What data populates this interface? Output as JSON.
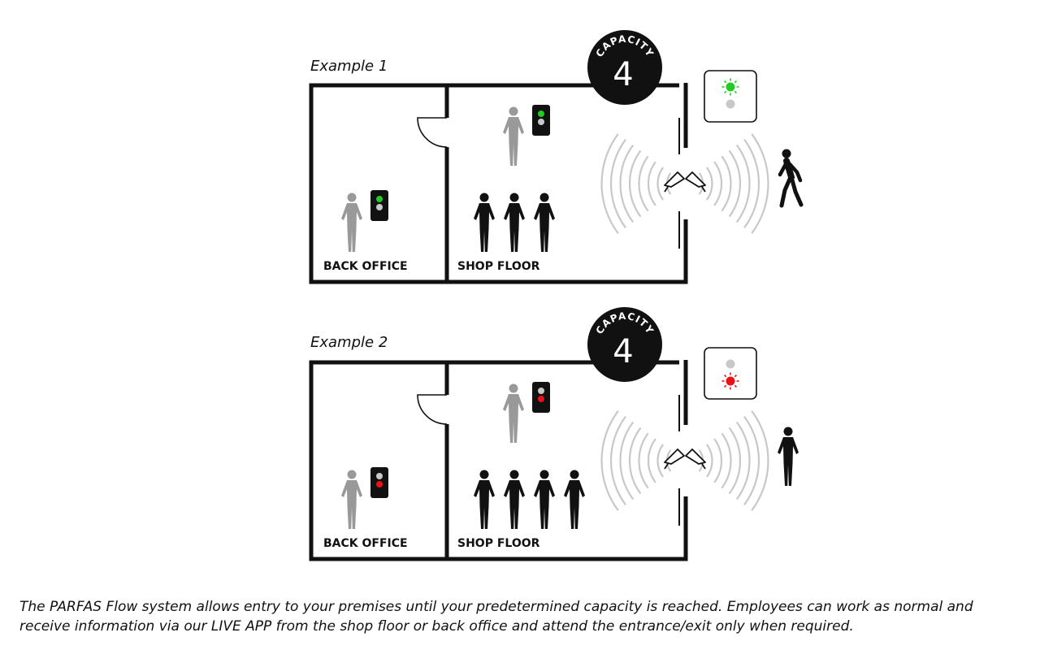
{
  "examples": [
    {
      "label": "Example 1",
      "capacity_word": "CAPACITY",
      "capacity_number": "4",
      "back_office_label": "BACK OFFICE",
      "shop_floor_label": "SHOP FLOOR",
      "signal": "green",
      "shop_floor_people": 3
    },
    {
      "label": "Example 2",
      "capacity_word": "CAPACITY",
      "capacity_number": "4",
      "back_office_label": "BACK OFFICE",
      "shop_floor_label": "SHOP FLOOR",
      "signal": "red",
      "shop_floor_people": 4
    }
  ],
  "colors": {
    "green": "#22cc22",
    "red": "#ee1111",
    "off": "#c8c8c8",
    "staff": "#999999",
    "customer": "#111111"
  },
  "icons": [
    "person-icon",
    "traffic-light-icon",
    "sensor-camera-icon",
    "walking-person-icon",
    "door-swing-icon"
  ],
  "caption": "The PARFAS Flow system allows entry to your premises until your predetermined capacity is reached. Employees can work as normal and receive information via our LIVE APP from the shop floor or back office and attend the entrance/exit only when required."
}
